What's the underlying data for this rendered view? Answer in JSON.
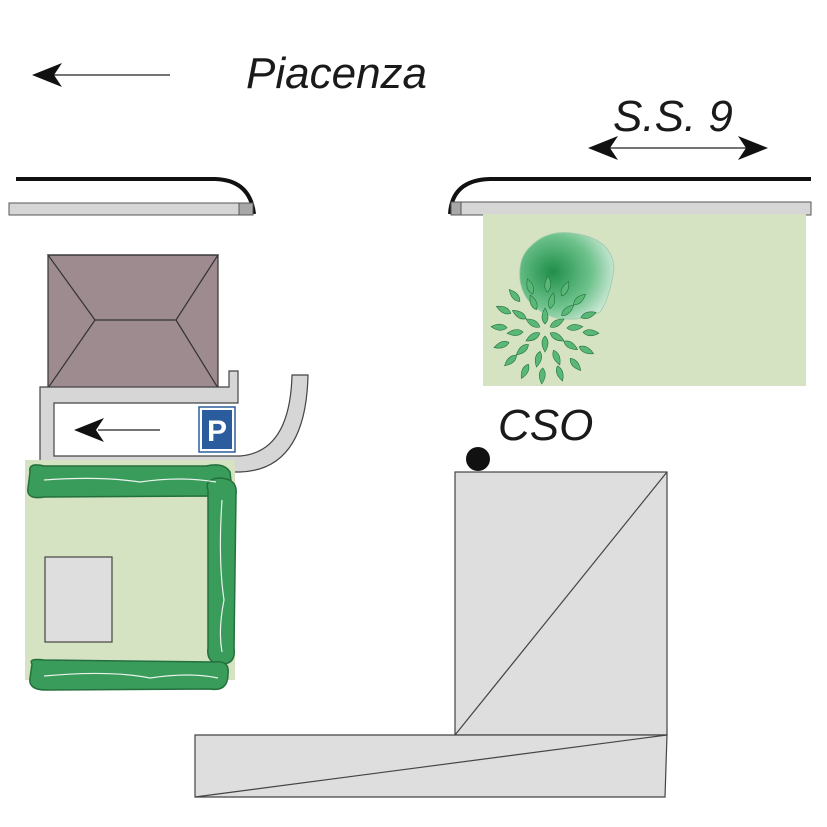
{
  "labels": {
    "city": "Piacenza",
    "road": "S.S. 9",
    "site": "CSO",
    "parking": "P"
  },
  "colors": {
    "lawn": "#d5e3c2",
    "hedge": "#3a9c5a",
    "hedge_dark": "#23703e",
    "roof": "#9d8b90",
    "building": "#dedede",
    "road_edge": "#111111",
    "sidewalk": "#d6d6d6",
    "parking_sign": "#2a5c9e",
    "tree_canopy": "#2f9e5a",
    "leaf": "#5ab877"
  },
  "icons": {
    "direction_arrow": "arrow-left-icon",
    "road_arrow": "double-arrow-icon",
    "parking": "parking-sign-icon",
    "site_marker": "location-dot-icon"
  }
}
